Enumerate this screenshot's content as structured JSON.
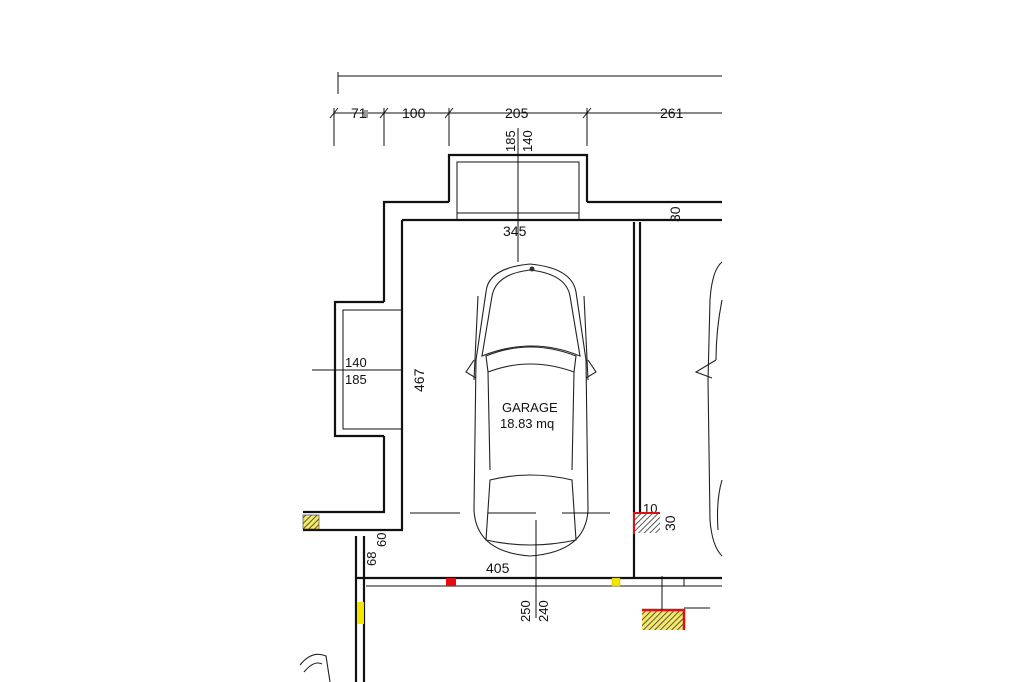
{
  "plan": {
    "room_name": "GARAGE",
    "room_area": "18.83 mq",
    "top_dimensions": [
      "71",
      "100",
      "205",
      "261"
    ],
    "window_top": {
      "width": "345",
      "height_a": "185",
      "height_b": "140"
    },
    "window_left": {
      "height_a": "140",
      "height_b": "185",
      "length": "467"
    },
    "right_wall_dims": [
      "30",
      "10",
      "30"
    ],
    "door_dims": {
      "width": "405",
      "height_a": "250",
      "height_b": "240"
    },
    "left_corner_dims": [
      "60",
      "68"
    ]
  },
  "colors": {
    "wall": "#111111",
    "red_marker": "#e01010",
    "yellow_marker": "#f2e600",
    "hatch": "#333333"
  }
}
